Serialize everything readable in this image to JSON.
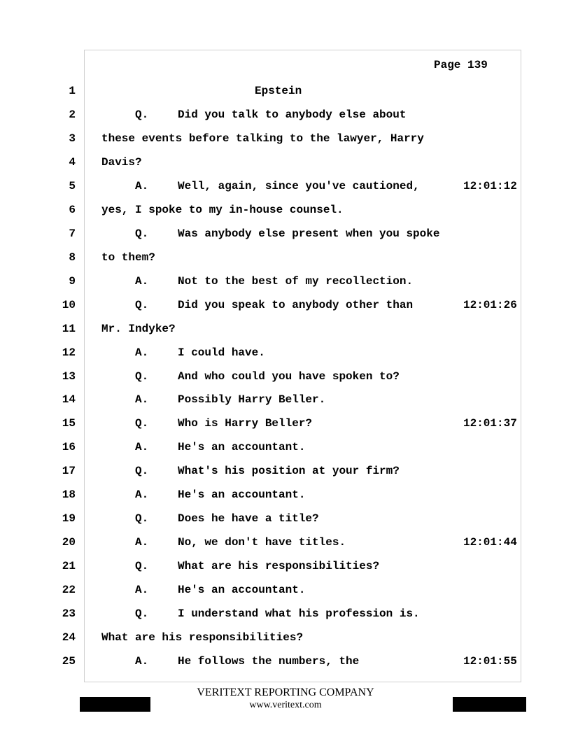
{
  "header": {
    "page_label": "Page 139"
  },
  "lines": [
    {
      "n": "1",
      "style": "center",
      "text": "Epstein"
    },
    {
      "n": "2",
      "label": "Q.",
      "text": "Did you talk to anybody else about"
    },
    {
      "n": "3",
      "text": "these events before talking to the lawyer, Harry"
    },
    {
      "n": "4",
      "text": "Davis?"
    },
    {
      "n": "5",
      "label": "A.",
      "text": "Well, again, since you've cautioned,",
      "ts": "12:01:12"
    },
    {
      "n": "6",
      "text": "yes, I spoke to my in-house counsel."
    },
    {
      "n": "7",
      "label": "Q.",
      "text": "Was anybody else present when you spoke"
    },
    {
      "n": "8",
      "text": "to them?"
    },
    {
      "n": "9",
      "label": "A.",
      "text": "Not to the best of my recollection."
    },
    {
      "n": "10",
      "label": "Q.",
      "text": "Did you speak to anybody other than",
      "ts": "12:01:26"
    },
    {
      "n": "11",
      "text": "Mr. Indyke?"
    },
    {
      "n": "12",
      "label": "A.",
      "text": "I could have."
    },
    {
      "n": "13",
      "label": "Q.",
      "text": "And who could you have spoken to?"
    },
    {
      "n": "14",
      "label": "A.",
      "text": "Possibly Harry Beller."
    },
    {
      "n": "15",
      "label": "Q.",
      "text": "Who is Harry Beller?",
      "ts": "12:01:37"
    },
    {
      "n": "16",
      "label": "A.",
      "text": "He's an accountant."
    },
    {
      "n": "17",
      "label": "Q.",
      "text": "What's his position at your firm?"
    },
    {
      "n": "18",
      "label": "A.",
      "text": "He's an accountant."
    },
    {
      "n": "19",
      "label": "Q.",
      "text": "Does he have a title?"
    },
    {
      "n": "20",
      "label": "A.",
      "text": "No, we don't have titles.",
      "ts": "12:01:44"
    },
    {
      "n": "21",
      "label": "Q.",
      "text": "What are his responsibilities?"
    },
    {
      "n": "22",
      "label": "A.",
      "text": "He's an accountant."
    },
    {
      "n": "23",
      "label": "Q.",
      "text": "I understand what his profession is."
    },
    {
      "n": "24",
      "text": "What are his responsibilities?"
    },
    {
      "n": "25",
      "label": "A.",
      "text": "He follows the numbers, the",
      "ts": "12:01:55"
    }
  ],
  "footer": {
    "company": "VERITEXT REPORTING COMPANY",
    "website": "www.veritext.com"
  }
}
